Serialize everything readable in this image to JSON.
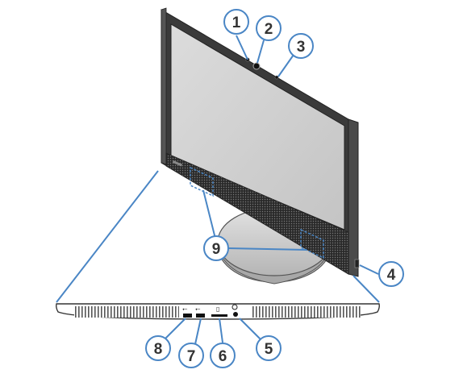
{
  "callouts": [
    {
      "id": "1",
      "label": "1"
    },
    {
      "id": "2",
      "label": "2"
    },
    {
      "id": "3",
      "label": "3"
    },
    {
      "id": "4",
      "label": "4"
    },
    {
      "id": "5",
      "label": "5"
    },
    {
      "id": "6",
      "label": "6"
    },
    {
      "id": "7",
      "label": "7"
    },
    {
      "id": "8",
      "label": "8"
    },
    {
      "id": "9",
      "label": "9"
    }
  ],
  "colors": {
    "callout_stroke": "#4a86c5",
    "bezel": "#3a3a3a",
    "screen": "#d0d0d0",
    "stand": "#c8c8c8"
  },
  "icons": {
    "usb_symbol": "⭠",
    "card_symbol": "▯"
  }
}
